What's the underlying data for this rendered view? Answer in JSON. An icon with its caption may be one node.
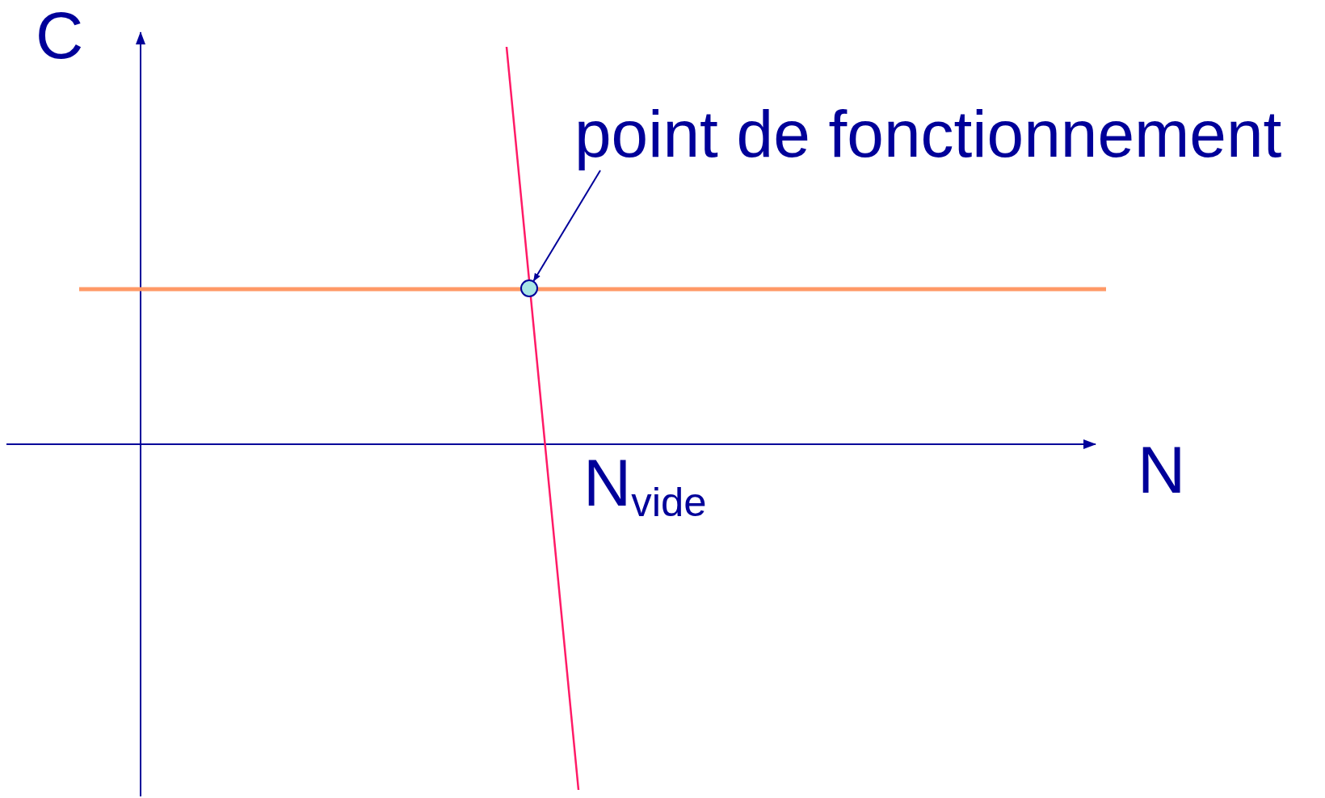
{
  "diagram": {
    "nodes": [
      {
        "text": [
          "point de fonctionnement"
        ]
      },
      {
        "text": [],
        "shape": "circle"
      }
    ],
    "edges": [
      {
        "from": 0,
        "to": 1,
        "arrow": "to"
      }
    ],
    "labels": [
      "C",
      "N",
      "N$_{vide}$"
    ]
  }
}
